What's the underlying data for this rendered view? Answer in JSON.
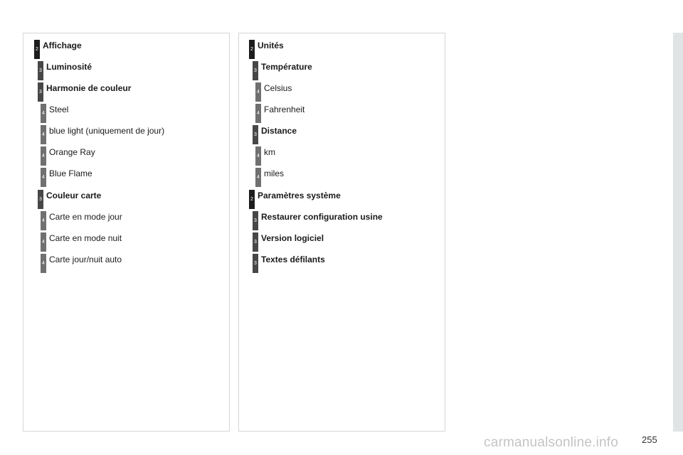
{
  "left_column": {
    "items": [
      {
        "level": "2",
        "label": "Affichage"
      },
      {
        "level": "3",
        "label": "Luminosité"
      },
      {
        "level": "3",
        "label": "Harmonie de couleur"
      },
      {
        "level": "4",
        "label": "Steel"
      },
      {
        "level": "4",
        "label": "blue light (uniquement de jour)"
      },
      {
        "level": "4",
        "label": "Orange Ray"
      },
      {
        "level": "4",
        "label": "Blue Flame"
      },
      {
        "level": "3",
        "label": "Couleur carte"
      },
      {
        "level": "4",
        "label": "Carte en mode jour"
      },
      {
        "level": "4",
        "label": "Carte en mode nuit"
      },
      {
        "level": "4",
        "label": "Carte jour/nuit auto"
      }
    ]
  },
  "right_column": {
    "items": [
      {
        "level": "2",
        "label": "Unités"
      },
      {
        "level": "3",
        "label": "Température"
      },
      {
        "level": "4",
        "label": "Celsius"
      },
      {
        "level": "4",
        "label": "Fahrenheit"
      },
      {
        "level": "3",
        "label": "Distance"
      },
      {
        "level": "4",
        "label": "km"
      },
      {
        "level": "4",
        "label": "miles"
      },
      {
        "level": "2",
        "label": "Paramètres système"
      },
      {
        "level": "3",
        "label": "Restaurer configuration usine"
      },
      {
        "level": "3",
        "label": "Version logiciel"
      },
      {
        "level": "3",
        "label": "Textes défilants"
      }
    ]
  },
  "page_number": "255",
  "watermark": "carmanualsonline.info",
  "colors": {
    "level_2": "#1d1d1d",
    "level_3": "#474747",
    "level_4": "#707070",
    "panel_border": "#d6d6d6",
    "sidebar": "#e1e4e5"
  }
}
